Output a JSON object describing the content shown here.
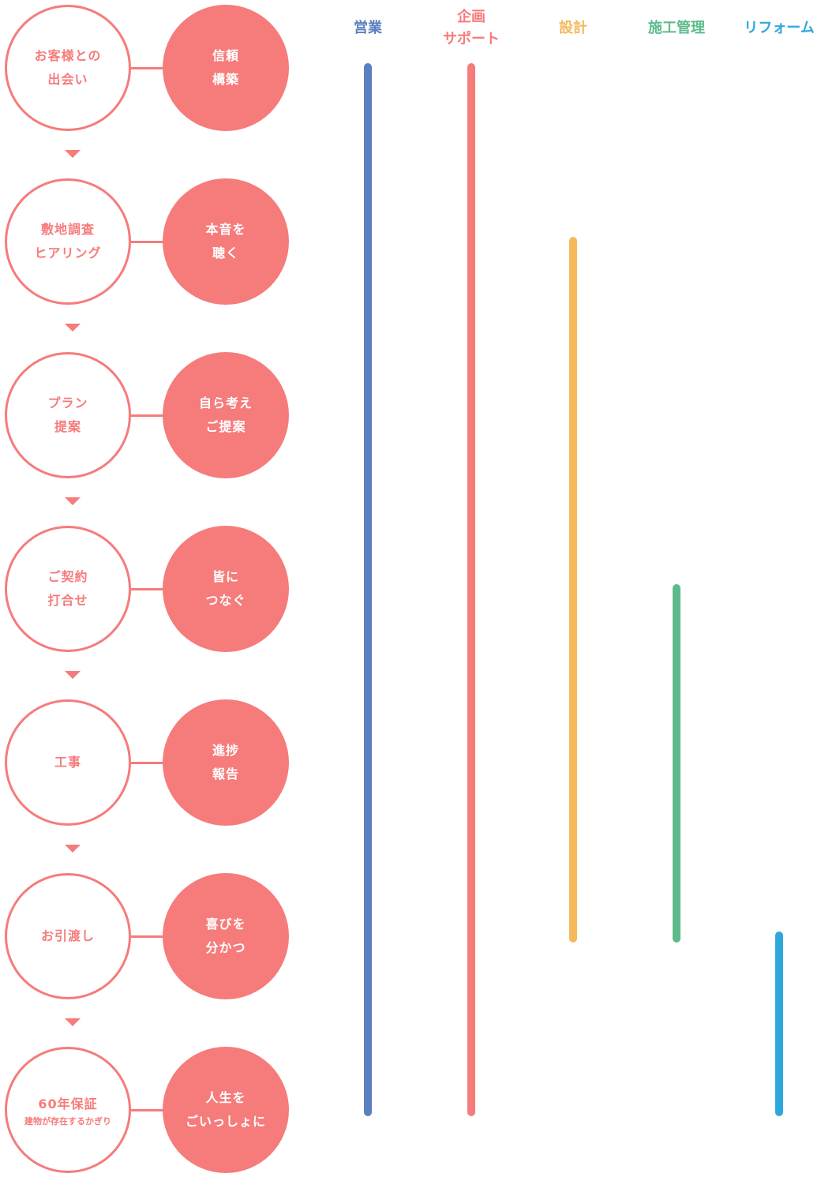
{
  "steps": [
    {
      "stage": [
        "お客様との",
        "出会い"
      ],
      "value": [
        "信頼",
        "構築"
      ]
    },
    {
      "stage": [
        "敷地調査",
        "ヒアリング"
      ],
      "value": [
        "本音を",
        "聴く"
      ]
    },
    {
      "stage": [
        "プラン",
        "提案"
      ],
      "value": [
        "自ら考え",
        "ご提案"
      ]
    },
    {
      "stage": [
        "ご契約",
        "打合せ"
      ],
      "value": [
        "皆に",
        "つなぐ"
      ]
    },
    {
      "stage": [
        "工事"
      ],
      "value": [
        "進捗",
        "報告"
      ]
    },
    {
      "stage": [
        "お引渡し"
      ],
      "value": [
        "喜びを",
        "分かつ"
      ]
    },
    {
      "stage": [
        "60年保証"
      ],
      "stage_note": "建物が存在するかぎり",
      "value": [
        "人生を",
        "ごいっしょに"
      ]
    }
  ],
  "roles": [
    {
      "label": [
        "営業"
      ],
      "color": "#5b7fbf",
      "start_step": 1,
      "end_step": 7
    },
    {
      "label": [
        "企画",
        "サポート"
      ],
      "color": "#f67b7b",
      "start_step": 1,
      "end_step": 7
    },
    {
      "label": [
        "設計"
      ],
      "color": "#f5b95c",
      "start_step": 2,
      "end_step": 6
    },
    {
      "label": [
        "施工管理"
      ],
      "color": "#5dbb8a",
      "start_step": 4,
      "end_step": 6
    },
    {
      "label": [
        "リフォーム"
      ],
      "color": "#2ea8dc",
      "start_step": 6,
      "end_step": 7
    }
  ]
}
